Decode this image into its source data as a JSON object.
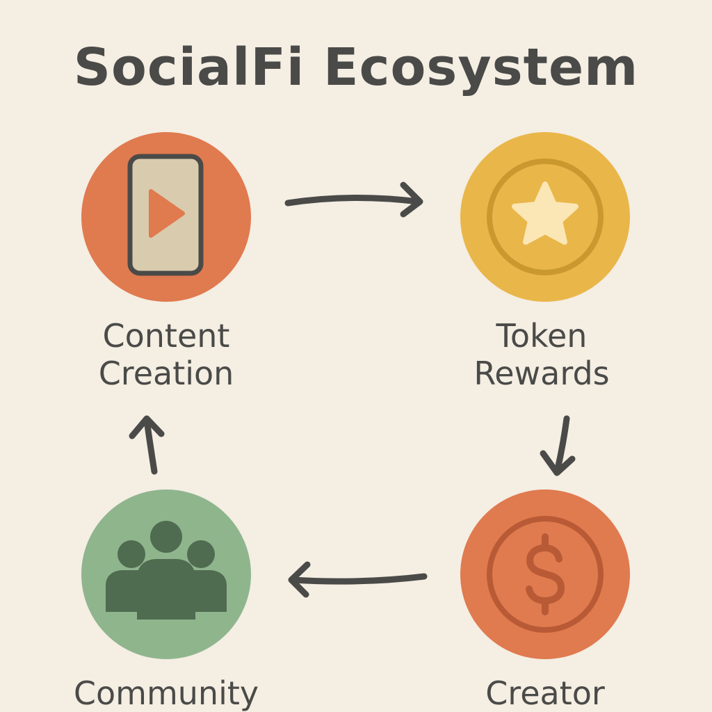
{
  "title": "SocialFi Ecosystem",
  "nodes": {
    "content_creation": {
      "line1": "Content",
      "line2": "Creation",
      "icon": "smartphone-play-icon",
      "color": "#E07A4F"
    },
    "token_rewards": {
      "line1": "Token",
      "line2": "Rewards",
      "icon": "star-coin-icon",
      "color": "#E9B649"
    },
    "creator": {
      "line1": "Creator",
      "icon": "dollar-coin-icon",
      "color": "#E07A4F"
    },
    "community": {
      "line1": "Community",
      "icon": "people-group-icon",
      "color": "#8FB58D"
    }
  },
  "colors": {
    "background": "#F4EEE3",
    "text": "#4A4A48",
    "arrow": "#4A4A48"
  }
}
